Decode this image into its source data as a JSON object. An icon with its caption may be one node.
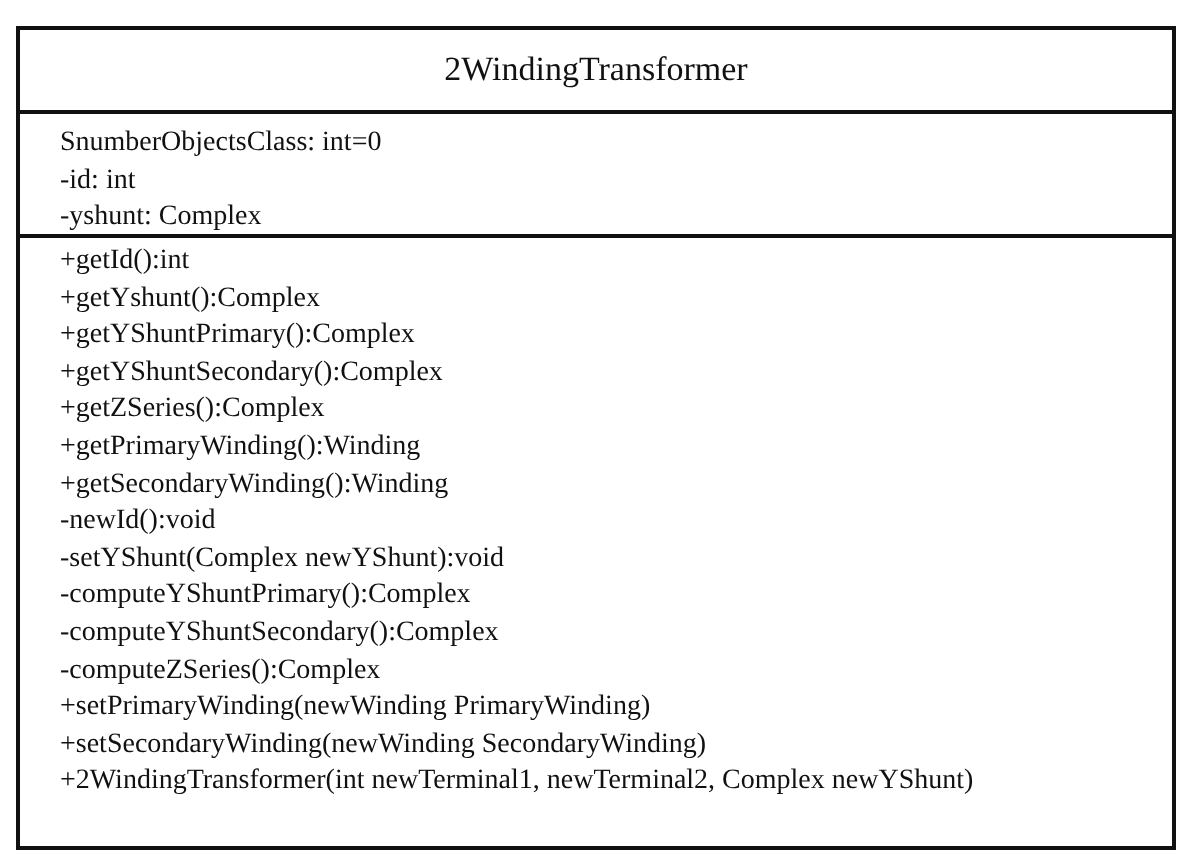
{
  "diagram": {
    "nodes": [
      {
        "text": [
          "2WindingTransformer"
        ]
      },
      {
        "text": [
          "SnumberObjectsClass: int=0",
          "-id: int",
          "-yshunt: Complex"
        ],
        "in": 0
      },
      {
        "text": [
          "+getId():int",
          "+getYshunt():Complex",
          "+getYShuntPrimary():Complex",
          "+getYShuntSecondary():Complex",
          "+getZSeries():Complex",
          "+getPrimaryWinding():Winding",
          "+getSecondaryWinding():Winding",
          "-newId():void",
          "-setYShunt(Complex newYShunt):void",
          "-computeYShuntPrimary():Complex",
          "-computeYShuntSecondary():Complex",
          "-computeZSeries():Complex",
          "+setPrimaryWinding(newWinding PrimaryWinding)",
          "+setSecondaryWinding(newWinding SecondaryWinding)",
          "+2WindingTransformer(int newTerminal1, newTerminal2, Complex newYShunt)"
        ],
        "in": 0
      }
    ]
  }
}
